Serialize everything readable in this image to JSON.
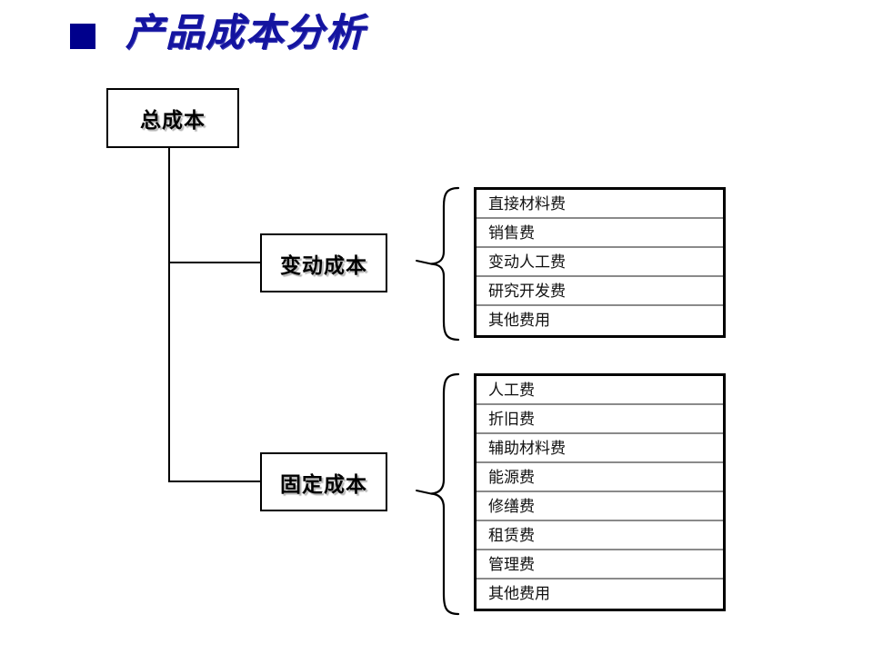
{
  "slide": {
    "title": "产品成本分析",
    "bullet_icon": "filled-square-bullet",
    "bullet_color": "#00008c",
    "title_color": "#1414a0",
    "background_color": "#ffffff"
  },
  "diagram": {
    "type": "tree-breakdown",
    "root": {
      "label": "总成本"
    },
    "branches": [
      {
        "id": "variable",
        "label": "变动成本",
        "connector_icon": "left-curly-brace",
        "items": [
          "直接材料费",
          "销售费",
          "变动人工费",
          "研究开发费",
          "其他费用"
        ]
      },
      {
        "id": "fixed",
        "label": "固定成本",
        "connector_icon": "left-curly-brace",
        "items": [
          "人工费",
          "折旧费",
          "辅助材料费",
          "能源费",
          "修缮费",
          "租赁费",
          "管理费",
          "其他费用"
        ]
      }
    ]
  }
}
